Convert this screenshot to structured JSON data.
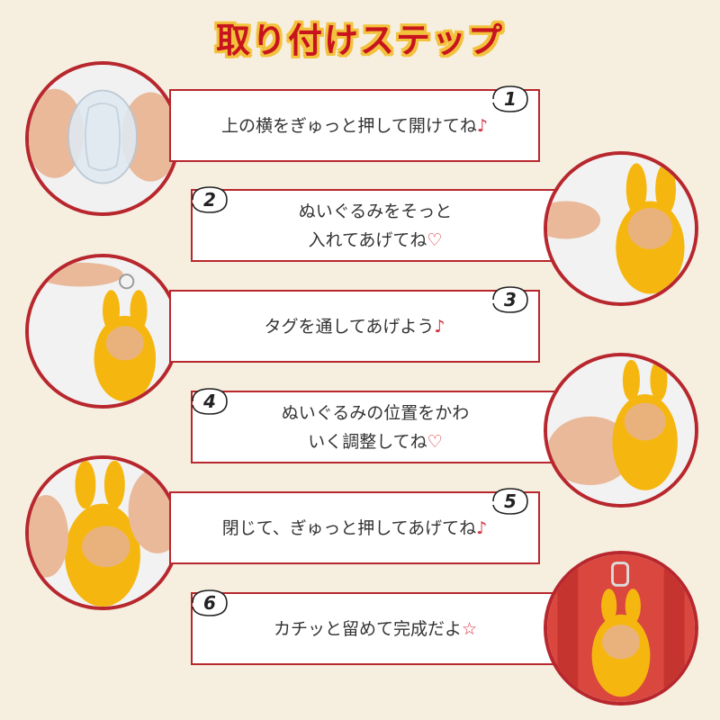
{
  "title": "取り付けステップ",
  "steps": [
    {
      "num": "1",
      "text": "上の横をぎゅっと押して開けてね",
      "note": "♪"
    },
    {
      "num": "2",
      "text": "ぬいぐるみをそっと\n入れてあげてね",
      "note": "♡"
    },
    {
      "num": "3",
      "text": "タグを通してあげよう",
      "note": "♪"
    },
    {
      "num": "4",
      "text": "ぬいぐるみの位置をかわ\nいく調整してね",
      "note": "♡"
    },
    {
      "num": "5",
      "text": "閉じて、ぎゅっと押してあげてね",
      "note": "♪"
    },
    {
      "num": "6",
      "text": "カチッと留めて完成だよ",
      "note": "☆"
    }
  ],
  "colors": {
    "accent": "#b7272d",
    "background": "#f6efe0",
    "toy": "#f5b70f",
    "title_outline": "#f3c23c"
  }
}
